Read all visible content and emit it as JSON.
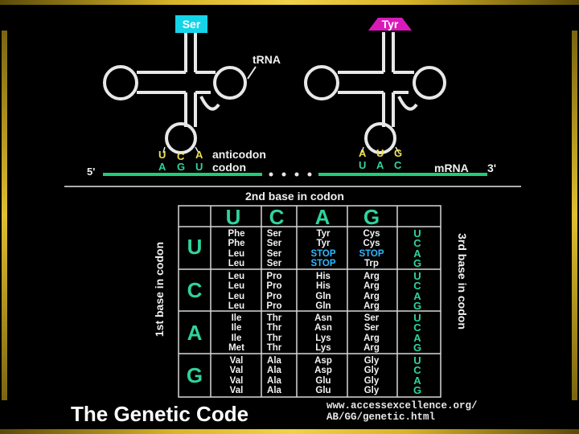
{
  "trna": {
    "left_amino": "Ser",
    "right_amino": "Tyr",
    "trna_label": "tRNA",
    "anticodon_label": "anticodon",
    "codon_label": "codon",
    "left_anticodon": [
      "U",
      "C",
      "A"
    ],
    "left_codon": [
      "A",
      "G",
      "U"
    ],
    "right_anticodon": [
      "A",
      "U",
      "G"
    ],
    "right_codon": [
      "U",
      "A",
      "C"
    ],
    "mrna_label": "mRNA",
    "five_prime": "5'",
    "three_prime": "3'"
  },
  "table": {
    "header_top": "2nd base in codon",
    "first_base_label": "1st base in codon",
    "third_base_label": "3rd base in codon",
    "second_bases": [
      "U",
      "C",
      "A",
      "G"
    ],
    "first_bases": [
      "U",
      "C",
      "A",
      "G"
    ],
    "third_bases": [
      "U",
      "C",
      "A",
      "G"
    ],
    "rows": [
      [
        [
          "Phe",
          "Phe",
          "Leu",
          "Leu"
        ],
        [
          "Ser",
          "Ser",
          "Ser",
          "Ser"
        ],
        [
          "Tyr",
          "Tyr",
          "STOP",
          "STOP"
        ],
        [
          "Cys",
          "Cys",
          "STOP",
          "Trp"
        ]
      ],
      [
        [
          "Leu",
          "Leu",
          "Leu",
          "Leu"
        ],
        [
          "Pro",
          "Pro",
          "Pro",
          "Pro"
        ],
        [
          "His",
          "His",
          "Gln",
          "Gln"
        ],
        [
          "Arg",
          "Arg",
          "Arg",
          "Arg"
        ]
      ],
      [
        [
          "Ile",
          "Ile",
          "Ile",
          "Met"
        ],
        [
          "Thr",
          "Thr",
          "Thr",
          "Thr"
        ],
        [
          "Asn",
          "Asn",
          "Lys",
          "Lys"
        ],
        [
          "Ser",
          "Ser",
          "Arg",
          "Arg"
        ]
      ],
      [
        [
          "Val",
          "Val",
          "Val",
          "Val"
        ],
        [
          "Ala",
          "Ala",
          "Ala",
          "Ala"
        ],
        [
          "Asp",
          "Asp",
          "Glu",
          "Glu"
        ],
        [
          "Gly",
          "Gly",
          "Gly",
          "Gly"
        ]
      ]
    ]
  },
  "footer": {
    "title": "The Genetic Code",
    "url_line1": "www.accessexcellence.org/",
    "url_line2": "AB/GG/genetic.html"
  },
  "colors": {
    "frame": "#d8b528",
    "accent_green": "#2fd49a",
    "mrna_green": "#22cc77",
    "stop_blue": "#2fb8ff",
    "ser_box": "#14d4e8",
    "tyr_box": "#d81ab8",
    "base_yellow": "#f0e050"
  }
}
